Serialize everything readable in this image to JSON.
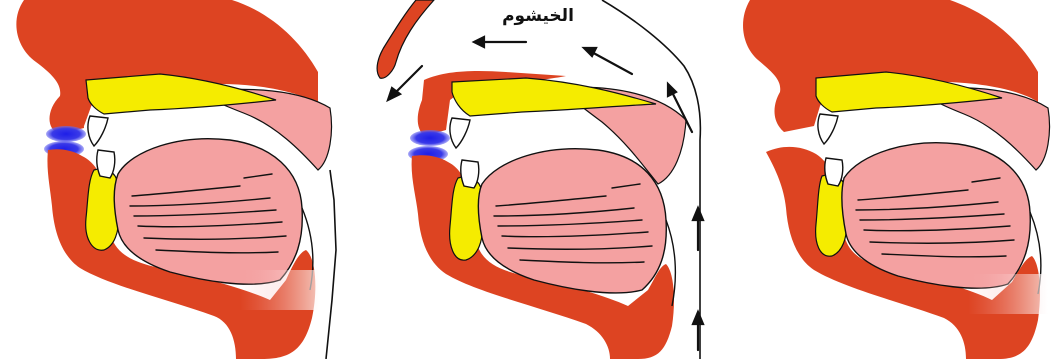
{
  "diagram": {
    "panels": [
      {
        "state": "lips closed, nasal passage closed"
      },
      {
        "state": "lips closed, nasal airflow"
      },
      {
        "state": "lips open"
      }
    ],
    "nasal_label": "الخيشوم"
  },
  "colors": {
    "flesh": "#dd4422",
    "teeth_bone": "#f5ec00",
    "tongue_palate": "#f4a1a1",
    "lips_contact": "#2323e6",
    "outline": "#111111"
  }
}
